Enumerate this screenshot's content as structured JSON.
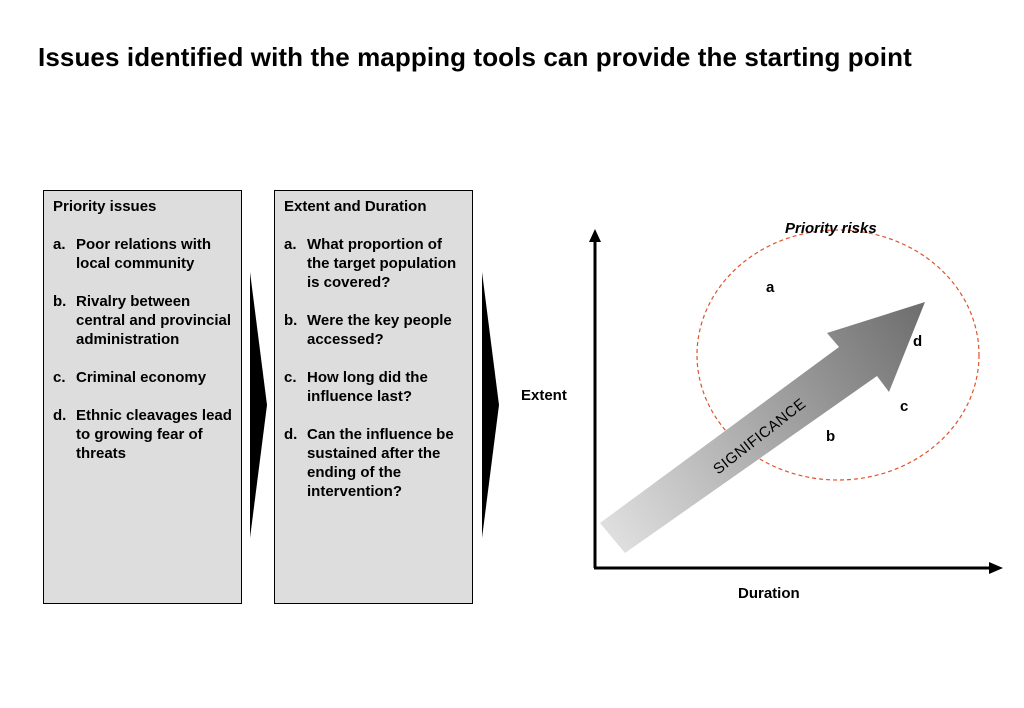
{
  "title": "Issues identified with the mapping tools can provide the starting point",
  "priority_issues": {
    "heading": "Priority issues",
    "items": [
      {
        "marker": "a.",
        "text": "Poor relations with local community"
      },
      {
        "marker": "b.",
        "text": "Rivalry between central and provincial administration"
      },
      {
        "marker": "c.",
        "text": "Criminal economy"
      },
      {
        "marker": "d.",
        "text": "Ethnic cleavages lead to growing fear of threats"
      }
    ]
  },
  "extent_duration": {
    "heading": "Extent and Duration",
    "items": [
      {
        "marker": "a.",
        "text": "What proportion of the target population is covered?"
      },
      {
        "marker": "b.",
        "text": "Were the key people accessed?"
      },
      {
        "marker": "c.",
        "text": "How long did the influence last?"
      },
      {
        "marker": "d.",
        "text": "Can the influence be sustained after the ending of the intervention?"
      }
    ]
  },
  "matrix": {
    "y_axis_label": "Extent",
    "x_axis_label": "Duration",
    "risk_area_label": "Priority risks",
    "arrow_label": "SIGNIFICANCE",
    "points": [
      "a",
      "b",
      "c",
      "d"
    ],
    "colors": {
      "risk_ellipse": "#e0532b",
      "arrow_start": "#e2e2e2",
      "arrow_end": "#6f6f6f",
      "box_fill": "#dddddd"
    }
  }
}
